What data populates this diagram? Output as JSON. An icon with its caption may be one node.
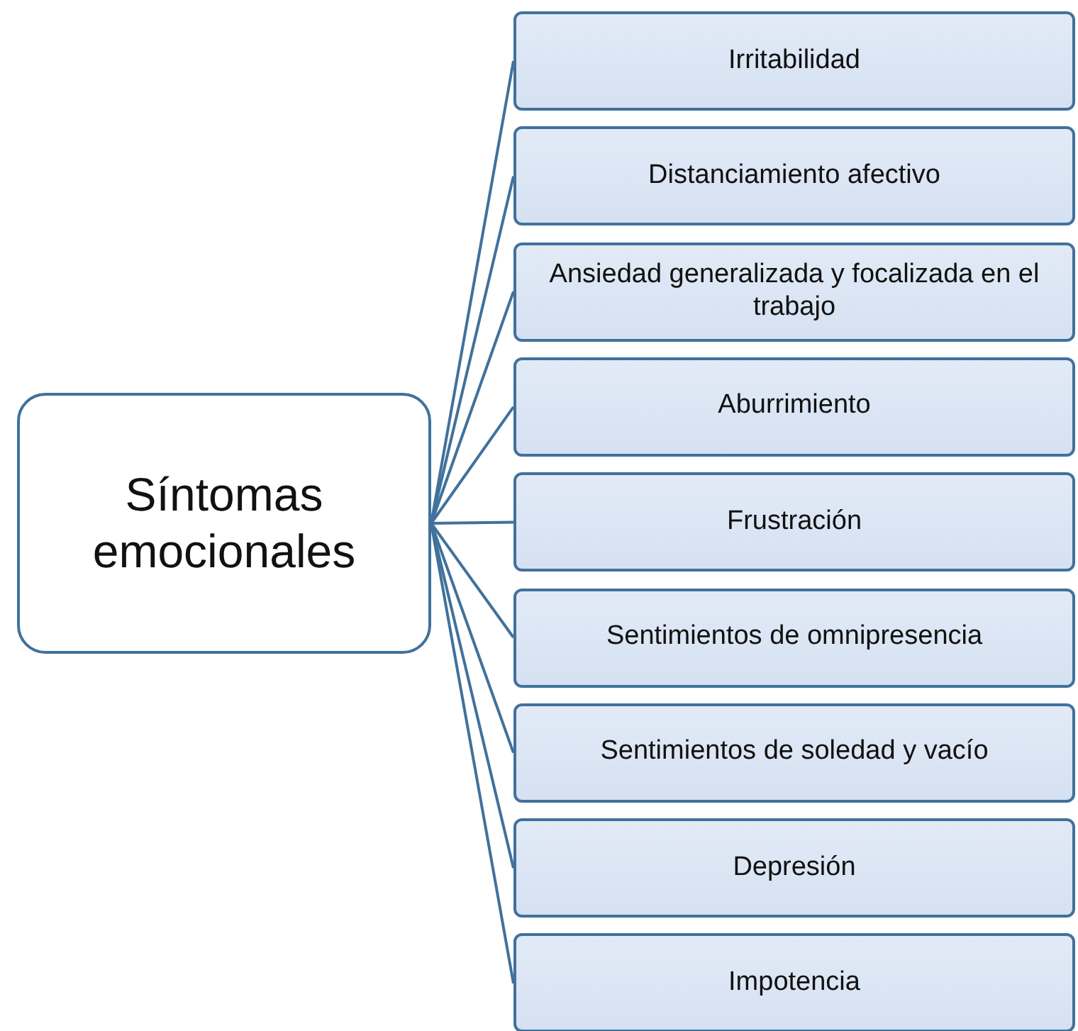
{
  "diagram": {
    "nodes": [
      {
        "text": [
          "Síntomas emocionales"
        ]
      },
      {
        "text": [
          "Irritabilidad"
        ]
      },
      {
        "text": [
          "Distanciamiento afectivo"
        ]
      },
      {
        "text": [
          "Ansiedad generalizada y focalizada en el trabajo"
        ]
      },
      {
        "text": [
          "Aburrimiento"
        ]
      },
      {
        "text": [
          "Frustración"
        ]
      },
      {
        "text": [
          "Sentimientos de omnipresencia"
        ]
      },
      {
        "text": [
          "Sentimientos de soledad y vacío"
        ]
      },
      {
        "text": [
          "Depresión"
        ]
      },
      {
        "text": [
          "Impotencia"
        ]
      }
    ],
    "edges": [
      {
        "from": 0,
        "to": 1,
        "arrow": "none"
      },
      {
        "from": 0,
        "to": 2,
        "arrow": "none"
      },
      {
        "from": 0,
        "to": 3,
        "arrow": "none"
      },
      {
        "from": 0,
        "to": 4,
        "arrow": "none"
      },
      {
        "from": 0,
        "to": 5,
        "arrow": "none"
      },
      {
        "from": 0,
        "to": 6,
        "arrow": "none"
      },
      {
        "from": 0,
        "to": 7,
        "arrow": "none"
      },
      {
        "from": 0,
        "to": 8,
        "arrow": "none"
      },
      {
        "from": 0,
        "to": 9,
        "arrow": "none"
      }
    ]
  }
}
